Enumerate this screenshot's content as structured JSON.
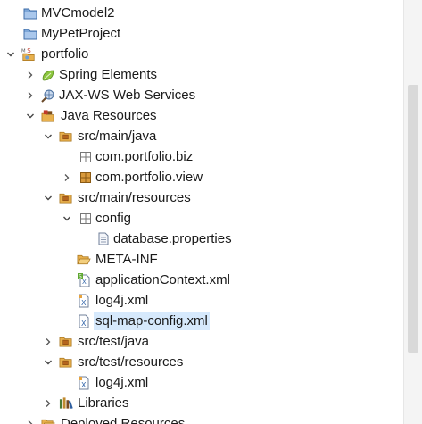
{
  "tree": {
    "items": [
      {
        "label": "MVCmodel2",
        "icon": "project-folder-icon",
        "expand": "none"
      },
      {
        "label": "MyPetProject",
        "icon": "project-folder-icon",
        "expand": "none"
      },
      {
        "label": "portfolio",
        "icon": "maven-web-project-icon",
        "expand": "expanded"
      },
      {
        "label": "Spring Elements",
        "icon": "spring-leaf-icon",
        "expand": "collapsed"
      },
      {
        "label": "JAX-WS Web Services",
        "icon": "web-services-icon",
        "expand": "collapsed"
      },
      {
        "label": "Java Resources",
        "icon": "java-resources-icon",
        "expand": "expanded"
      },
      {
        "label": "src/main/java",
        "icon": "source-folder-icon",
        "expand": "expanded"
      },
      {
        "label": "com.portfolio.biz",
        "icon": "empty-package-icon",
        "expand": "none"
      },
      {
        "label": "com.portfolio.view",
        "icon": "package-icon",
        "expand": "collapsed"
      },
      {
        "label": "src/main/resources",
        "icon": "source-folder-icon",
        "expand": "expanded"
      },
      {
        "label": "config",
        "icon": "empty-package-icon",
        "expand": "expanded"
      },
      {
        "label": "database.properties",
        "icon": "properties-file-icon",
        "expand": "none"
      },
      {
        "label": "META-INF",
        "icon": "open-folder-icon",
        "expand": "none"
      },
      {
        "label": "applicationContext.xml",
        "icon": "spring-xml-file-icon",
        "expand": "none"
      },
      {
        "label": "log4j.xml",
        "icon": "xml-file-icon",
        "expand": "none"
      },
      {
        "label": "sql-map-config.xml",
        "icon": "xml-file-icon",
        "expand": "none",
        "selected": true
      },
      {
        "label": "src/test/java",
        "icon": "source-folder-icon",
        "expand": "collapsed"
      },
      {
        "label": "src/test/resources",
        "icon": "source-folder-icon",
        "expand": "expanded"
      },
      {
        "label": "log4j.xml",
        "icon": "xml-file-icon",
        "expand": "none"
      },
      {
        "label": "Libraries",
        "icon": "libraries-icon",
        "expand": "collapsed"
      },
      {
        "label": "Deployed Resources",
        "icon": "open-folder-icon",
        "expand": "collapsed"
      }
    ]
  }
}
